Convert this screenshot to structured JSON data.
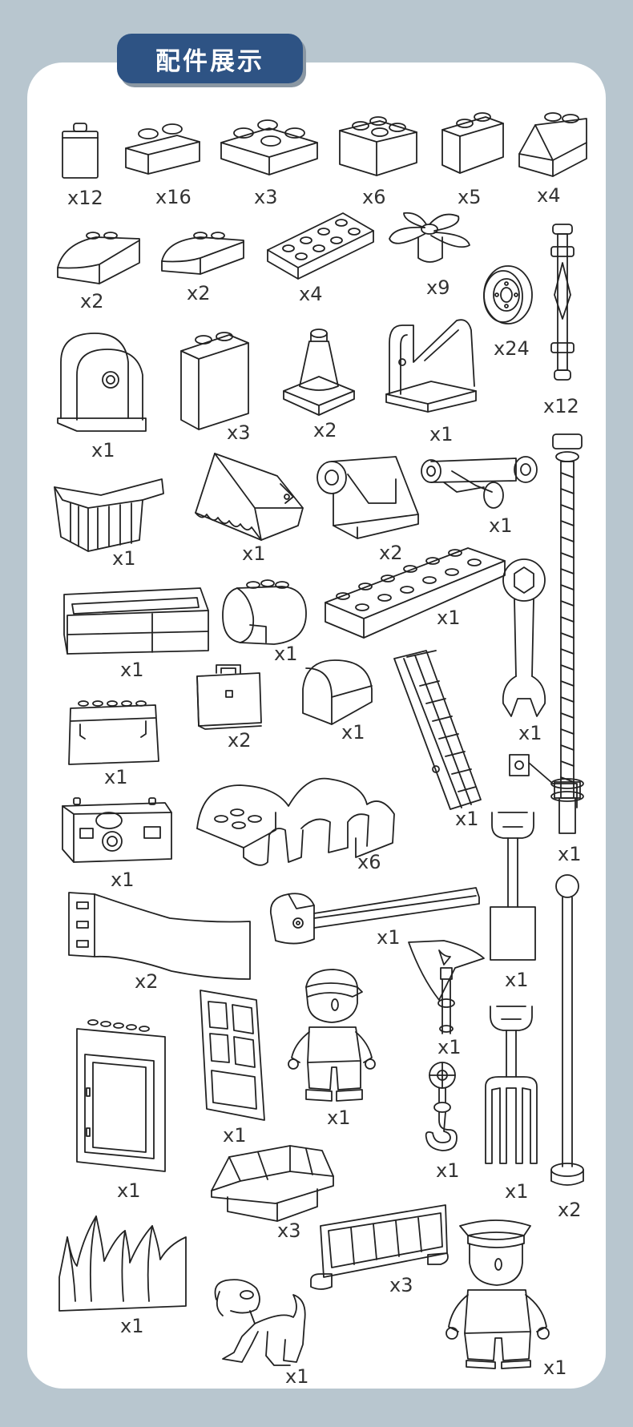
{
  "title": "配件展示",
  "parts": [
    {
      "icon": "brick-1x1-icon",
      "qty": "x12"
    },
    {
      "icon": "brick-1x2-icon",
      "qty": "x16"
    },
    {
      "icon": "brick-2x2-icon",
      "qty": "x3"
    },
    {
      "icon": "brick-2x2-tall-icon",
      "qty": "x6"
    },
    {
      "icon": "brick-1x2-tall-icon",
      "qty": "x5"
    },
    {
      "icon": "slope-brick-icon",
      "qty": "x4"
    },
    {
      "icon": "curved-brick-icon",
      "qty": "x2"
    },
    {
      "icon": "curved-brick-small-icon",
      "qty": "x2"
    },
    {
      "icon": "plate-2x4-icon",
      "qty": "x4"
    },
    {
      "icon": "propeller-icon",
      "qty": "x9"
    },
    {
      "icon": "wheel-icon",
      "qty": "x24"
    },
    {
      "icon": "axle-icon",
      "qty": "x12"
    },
    {
      "icon": "winch-housing-icon",
      "qty": "x1"
    },
    {
      "icon": "brick-tall-icon",
      "qty": "x3"
    },
    {
      "icon": "traffic-cone-icon",
      "qty": "x2"
    },
    {
      "icon": "crane-mount-icon",
      "qty": "x1"
    },
    {
      "icon": "crane-pillar-icon",
      "qty": "x1"
    },
    {
      "icon": "dump-bed-icon",
      "qty": "x1"
    },
    {
      "icon": "bulldozer-bucket-icon",
      "qty": "x1"
    },
    {
      "icon": "roller-bracket-icon",
      "qty": "x2"
    },
    {
      "icon": "axle-wheels-icon",
      "qty": "x1"
    },
    {
      "icon": "open-box-icon",
      "qty": "x1"
    },
    {
      "icon": "round-brick-icon",
      "qty": "x1"
    },
    {
      "icon": "long-plate-icon",
      "qty": "x1"
    },
    {
      "icon": "wrench-icon",
      "qty": "x1"
    },
    {
      "icon": "battery-box-icon",
      "qty": "x1"
    },
    {
      "icon": "toolbox-icon",
      "qty": "x2"
    },
    {
      "icon": "arch-icon",
      "qty": "x1"
    },
    {
      "icon": "ladder-icon",
      "qty": "x1"
    },
    {
      "icon": "chassis-icon",
      "qty": "x1"
    },
    {
      "icon": "mudguards-icon",
      "qty": "x6"
    },
    {
      "icon": "slide-icon",
      "qty": "x2"
    },
    {
      "icon": "hammer-arm-icon",
      "qty": "x1"
    },
    {
      "icon": "shovel-icon",
      "qty": "x1"
    },
    {
      "icon": "cabinet-icon",
      "qty": "x1"
    },
    {
      "icon": "window-frame-icon",
      "qty": "x1"
    },
    {
      "icon": "worker-figure-icon",
      "qty": "x1"
    },
    {
      "icon": "axe-icon",
      "qty": "x1"
    },
    {
      "icon": "hook-icon",
      "qty": "x1"
    },
    {
      "icon": "pitchfork-icon",
      "qty": "x1"
    },
    {
      "icon": "lamp-post-icon",
      "qty": "x2"
    },
    {
      "icon": "roof-brick-icon",
      "qty": "x3"
    },
    {
      "icon": "fence-icon",
      "qty": "x3"
    },
    {
      "icon": "grass-icon",
      "qty": "x1"
    },
    {
      "icon": "dog-figure-icon",
      "qty": "x1"
    },
    {
      "icon": "police-figure-icon",
      "qty": "x1"
    }
  ]
}
